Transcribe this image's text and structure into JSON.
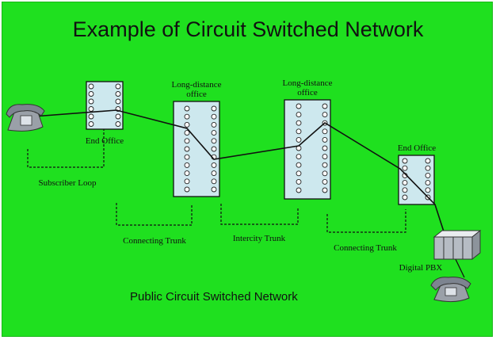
{
  "title": "Example of Circuit Switched Network",
  "footer": "Public Circuit Switched Network",
  "nodes": {
    "end_office_left": "End Office",
    "long_distance_1": "Long-distance\noffice",
    "long_distance_2": "Long-distance\noffice",
    "end_office_right": "End Office",
    "digital_pbx": "Digital PBX"
  },
  "links": {
    "subscriber_loop": "Subscriber Loop",
    "connecting_trunk_left": "Connecting Trunk",
    "intercity_trunk": "Intercity Trunk",
    "connecting_trunk_right": "Connecting Trunk"
  },
  "colors": {
    "background": "#1fe01f",
    "switch_fill": "#cde8ee",
    "line": "#111111"
  },
  "icons": [
    "telephone-icon",
    "pbx-icon",
    "telephone-icon"
  ]
}
